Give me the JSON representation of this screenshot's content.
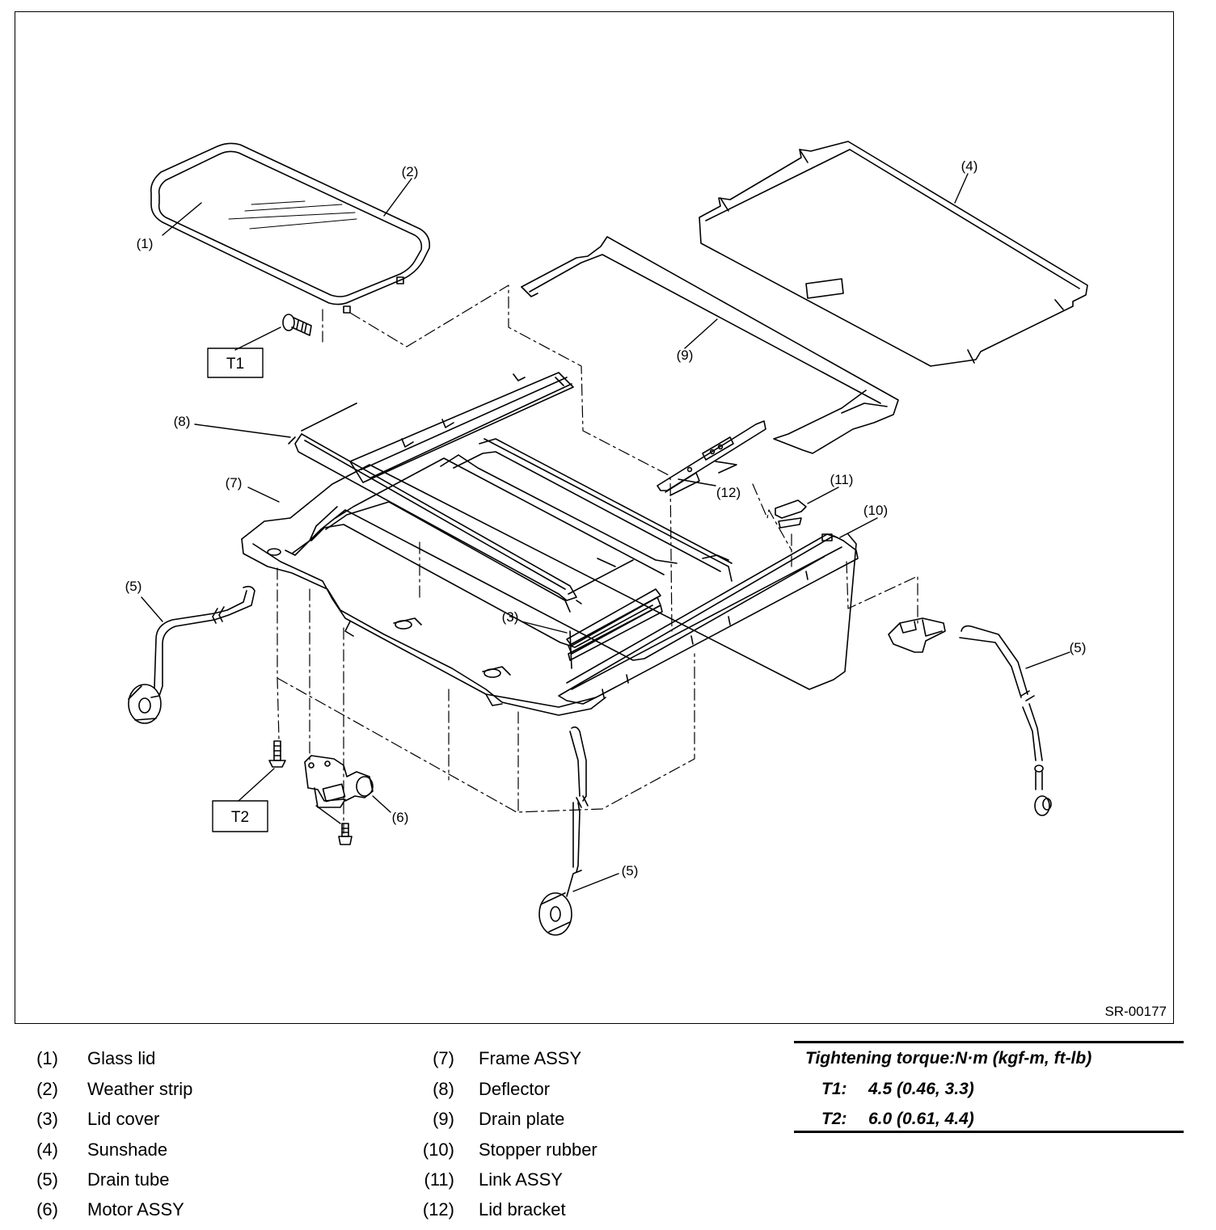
{
  "figure": {
    "figure_id": "SR-00177",
    "torque_boxes": {
      "t1": "T1",
      "t2": "T2"
    },
    "callouts": {
      "c1": "(1)",
      "c2": "(2)",
      "c3": "(3)",
      "c4": "(4)",
      "c5a": "(5)",
      "c5b": "(5)",
      "c5c": "(5)",
      "c6": "(6)",
      "c7": "(7)",
      "c8": "(8)",
      "c9": "(9)",
      "c10": "(10)",
      "c11": "(11)",
      "c12": "(12)"
    }
  },
  "legend": {
    "left": [
      {
        "num": "(1)",
        "name": "Glass lid"
      },
      {
        "num": "(2)",
        "name": "Weather strip"
      },
      {
        "num": "(3)",
        "name": "Lid cover"
      },
      {
        "num": "(4)",
        "name": "Sunshade"
      },
      {
        "num": "(5)",
        "name": "Drain tube"
      },
      {
        "num": "(6)",
        "name": "Motor ASSY"
      }
    ],
    "right": [
      {
        "num": "(7)",
        "name": "Frame ASSY"
      },
      {
        "num": "(8)",
        "name": "Deflector"
      },
      {
        "num": "(9)",
        "name": "Drain plate"
      },
      {
        "num": "(10)",
        "name": "Stopper rubber"
      },
      {
        "num": "(11)",
        "name": "Link ASSY"
      },
      {
        "num": "(12)",
        "name": "Lid bracket"
      }
    ]
  },
  "torque": {
    "title": "Tightening torque:N·m (kgf-m, ft-lb)",
    "rows": [
      {
        "key": "T1:",
        "value": "4.5 (0.46, 3.3)"
      },
      {
        "key": "T2:",
        "value": "6.0 (0.61, 4.4)"
      }
    ]
  }
}
